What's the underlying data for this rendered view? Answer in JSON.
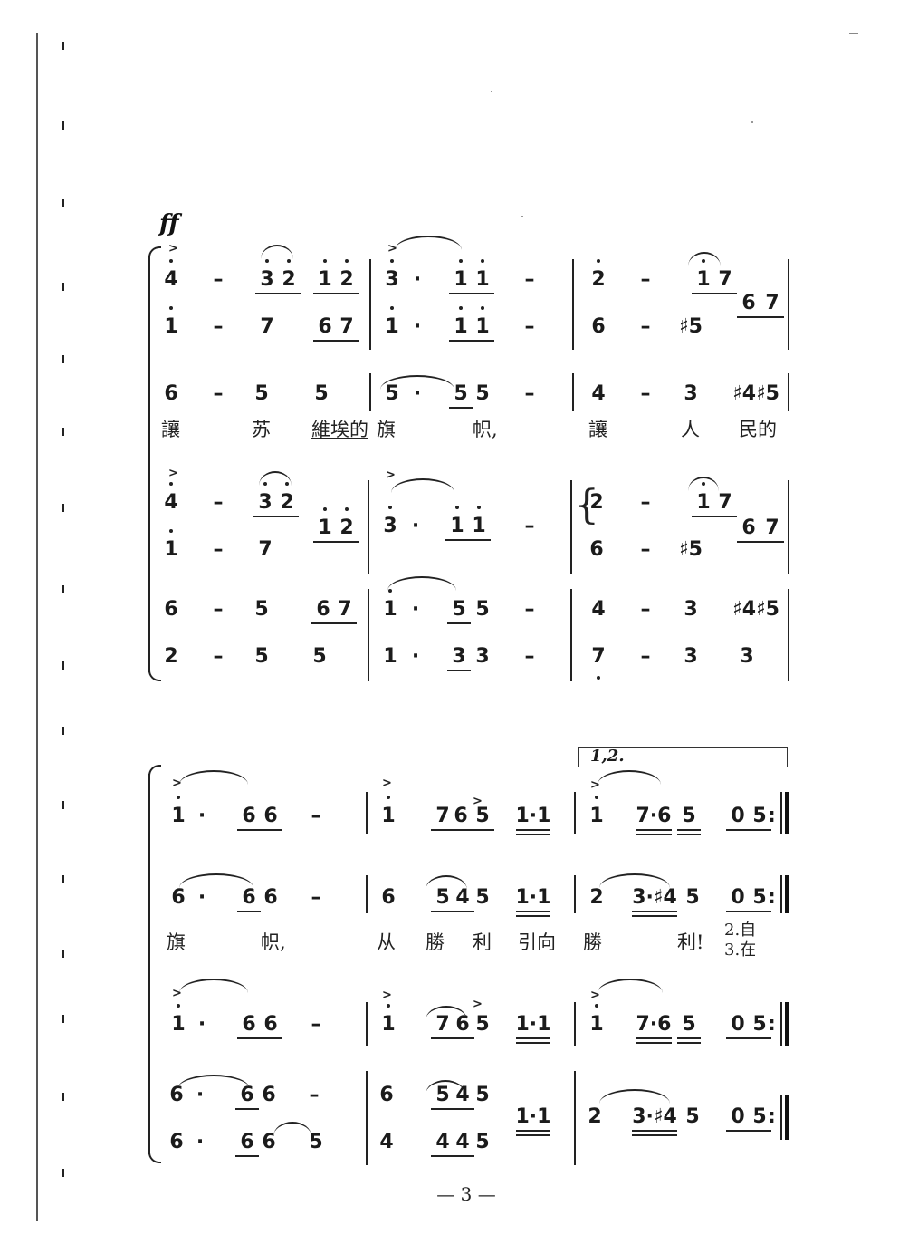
{
  "dynamic_mark": "ff",
  "systems": [
    {
      "rows": [
        {
          "notes": [
            "4",
            "–",
            "3",
            "2",
            "1",
            "2",
            "3",
            "·",
            "1",
            "1",
            "–",
            "2",
            "–",
            "1",
            "7"
          ]
        },
        {
          "notes": [
            "1",
            "–",
            "7",
            "6",
            "7",
            "1",
            "·",
            "1",
            "1",
            "–",
            "6",
            "–",
            "♯5",
            "6",
            "7"
          ]
        },
        {
          "notes": [
            "6",
            "–",
            "5",
            "5",
            "5",
            "·",
            "5",
            "5",
            "–",
            "4",
            "–",
            "3",
            "♯4♯5"
          ]
        },
        {
          "lyrics": [
            "讓",
            "苏",
            "維埃的",
            "旗",
            "帜,",
            "讓",
            "人",
            "民的"
          ]
        },
        {
          "notes": [
            "4",
            "–",
            "3",
            "2",
            "1",
            "2",
            "3",
            "·",
            "1",
            "1",
            "–",
            "2",
            "–",
            "1",
            "7"
          ]
        },
        {
          "notes": [
            "1",
            "–",
            "7",
            "6",
            "–",
            "♯5",
            "6",
            "7"
          ]
        },
        {
          "notes": [
            "6",
            "–",
            "5",
            "6",
            "7",
            "1",
            "·",
            "5",
            "5",
            "–",
            "4",
            "–",
            "3",
            "♯4♯5"
          ]
        },
        {
          "notes": [
            "2",
            "–",
            "5",
            "5",
            "1",
            "·",
            "3",
            "3",
            "–",
            "7",
            "–",
            "3",
            "3"
          ]
        }
      ]
    },
    {
      "volta_label": "1,2.",
      "verse_labels": [
        "2.自",
        "3.在"
      ],
      "rows": [
        {
          "notes": [
            "1",
            "·",
            "6",
            "6",
            "–",
            "1",
            "7",
            "6",
            "5",
            "1·1",
            "1",
            "7·6",
            "5",
            "0",
            "5",
            ":"
          ]
        },
        {
          "notes": [
            "6",
            "·",
            "6",
            "6",
            "–",
            "6",
            "5",
            "4",
            "5",
            "1·1",
            "2",
            "3·♯4",
            "5",
            "0",
            "5",
            ":"
          ]
        },
        {
          "lyrics": [
            "旗",
            "帜,",
            "从",
            "勝",
            "利",
            "引向",
            "勝",
            "利!"
          ]
        },
        {
          "notes": [
            "1",
            "·",
            "6",
            "6",
            "–",
            "1",
            "7",
            "6",
            "5",
            "1·1",
            "1",
            "7·6",
            "5",
            "0",
            "5",
            ":"
          ]
        },
        {
          "notes": [
            "6",
            "·",
            "6",
            "6",
            "–",
            "6",
            "5",
            "4",
            "5"
          ]
        },
        {
          "notes": [
            "6",
            "·",
            "6",
            "6",
            "5",
            "4",
            "4",
            "4",
            "5",
            "1·1",
            "2",
            "3·♯4",
            "5",
            "0",
            "5",
            ":"
          ]
        }
      ]
    }
  ],
  "page_number": "— 3 —"
}
